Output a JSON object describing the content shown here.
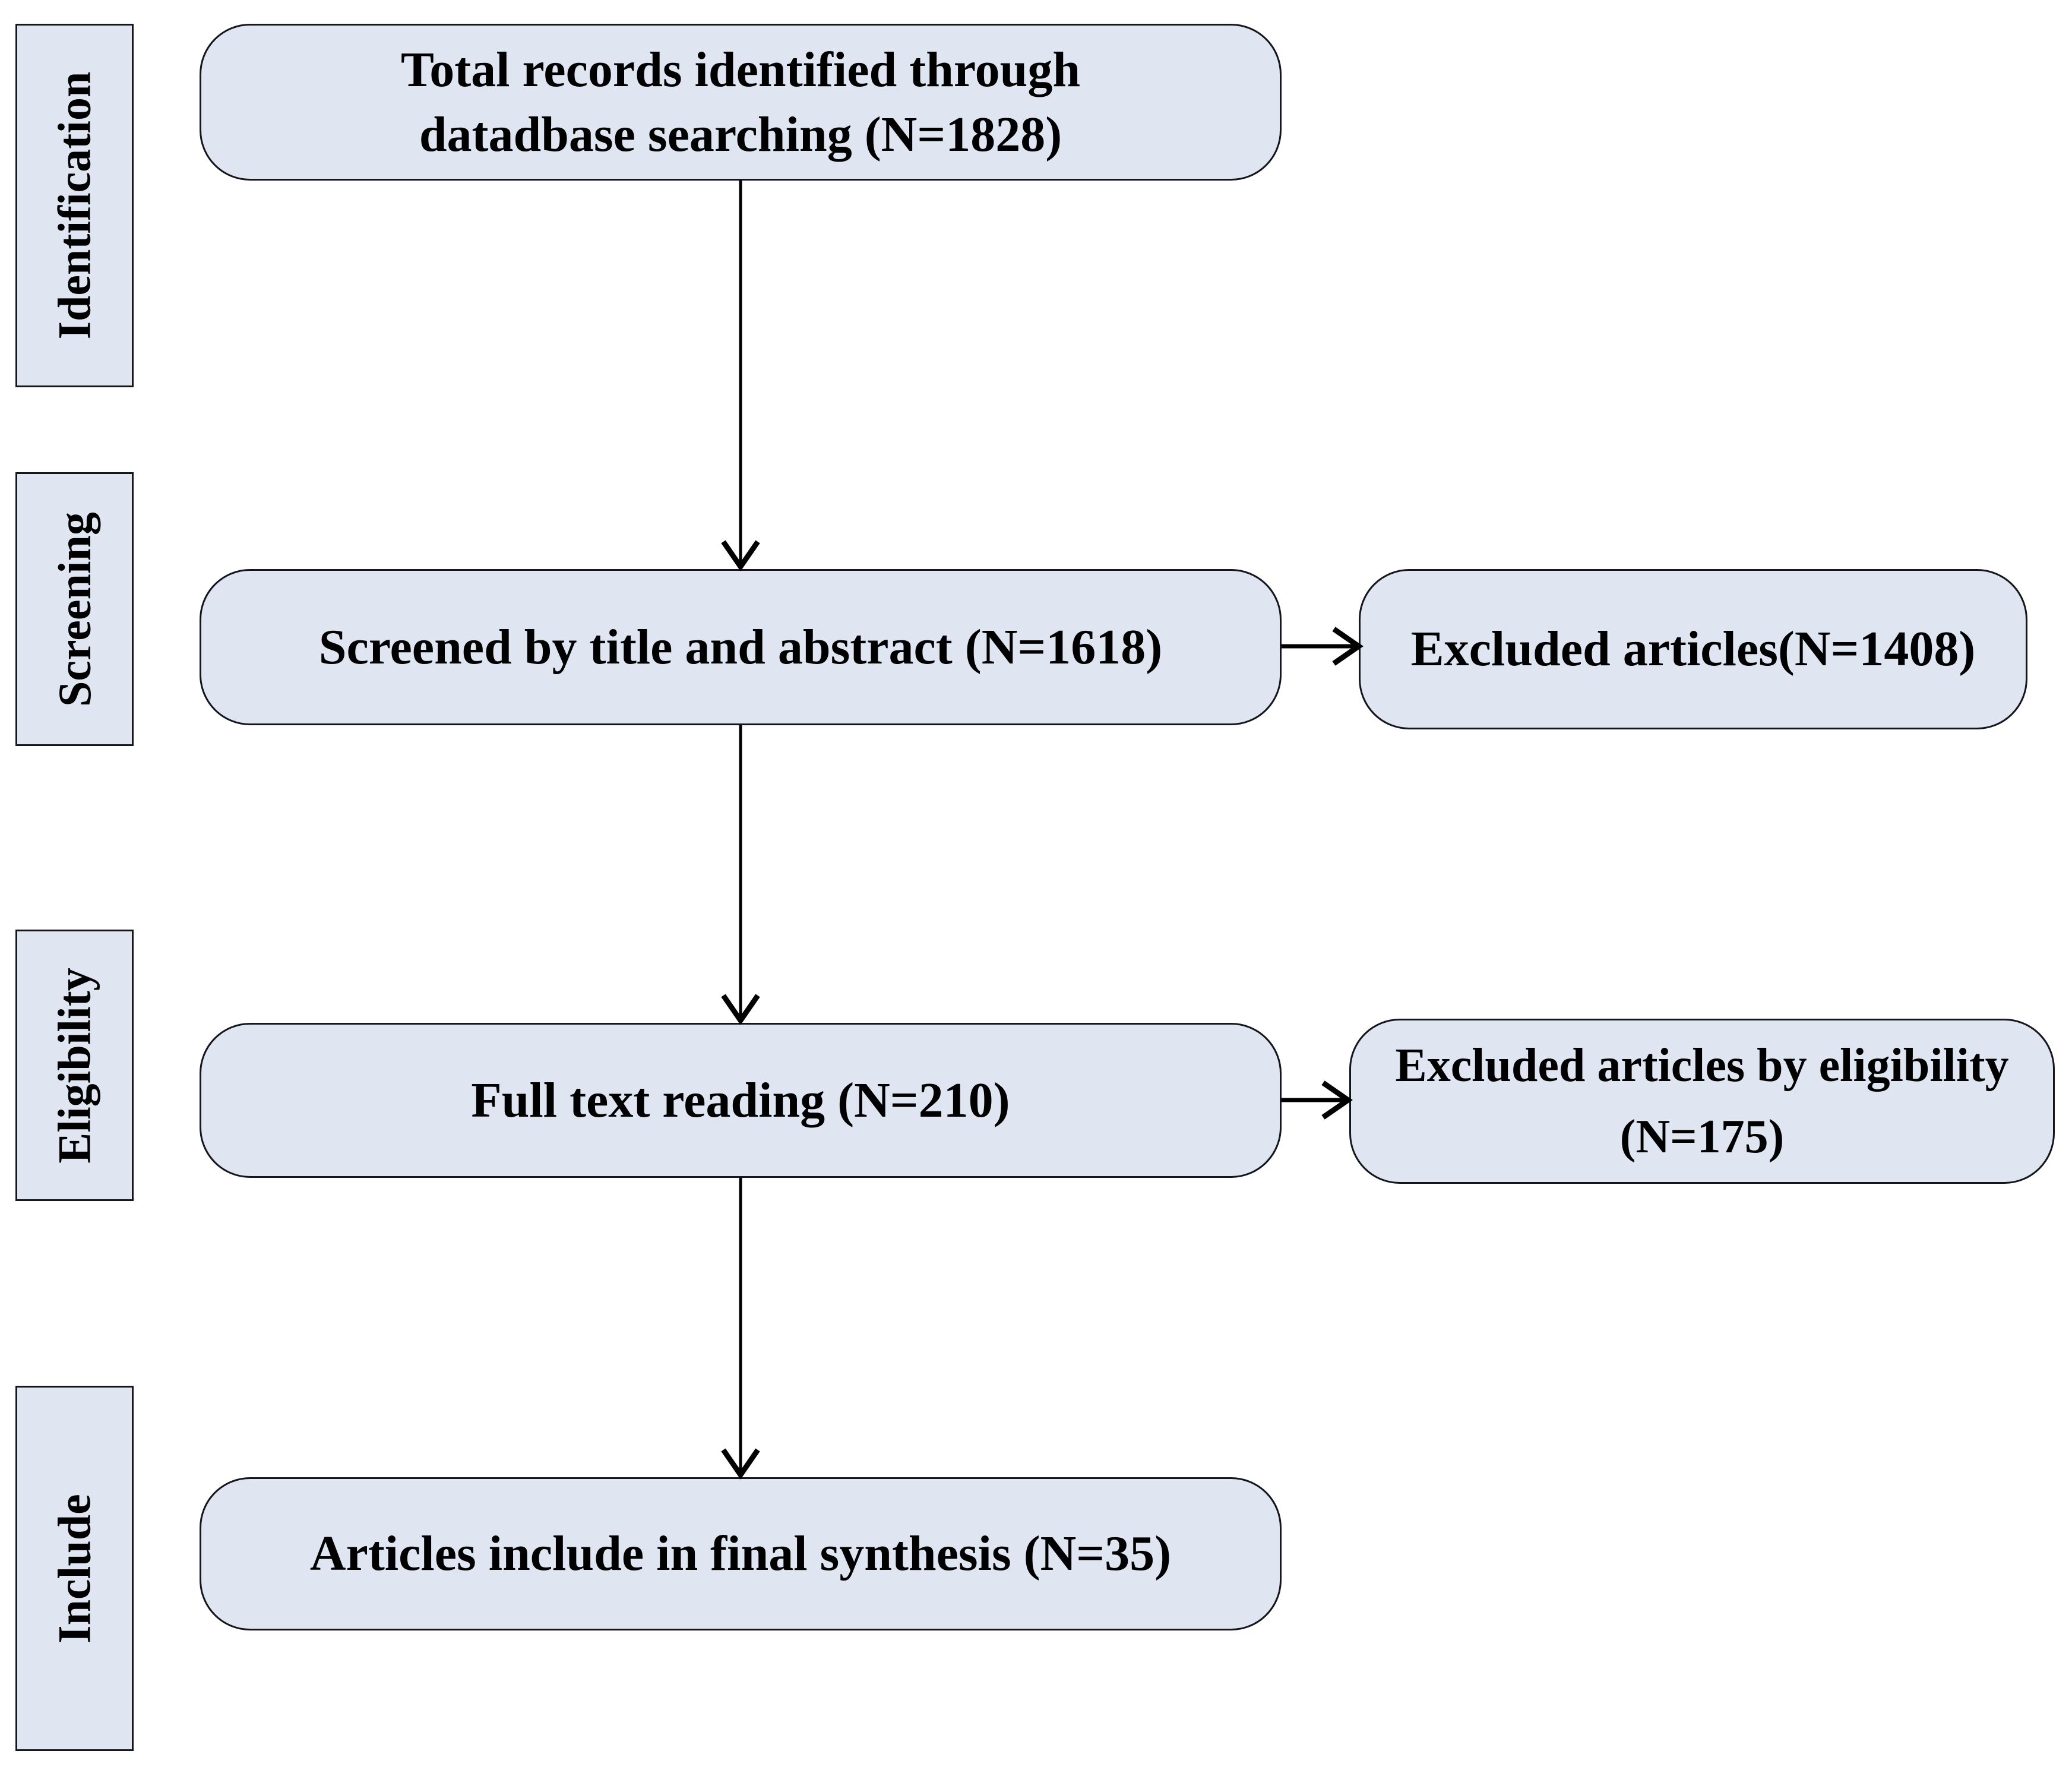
{
  "colors": {
    "fill": "#dfe6f2",
    "border": "#15151c",
    "arrow": "#000000",
    "text": "#000000",
    "background": "#ffffff"
  },
  "stage_labels": [
    {
      "label": "Identification"
    },
    {
      "label": "Screening"
    },
    {
      "label": "Eligibility"
    },
    {
      "label": "Include"
    }
  ],
  "flow": {
    "identification_box": "Total records identified through\ndatadbase searching (N=1828)",
    "screening_box": "Screened by title and abstract (N=1618)",
    "screening_excluded_box": "Excluded articles(N=1408)",
    "eligibility_box": "Full text reading (N=210)",
    "eligibility_excluded_box": "Excluded articles by eligibility\n(N=175)",
    "include_box": "Articles include in final synthesis (N=35)"
  }
}
